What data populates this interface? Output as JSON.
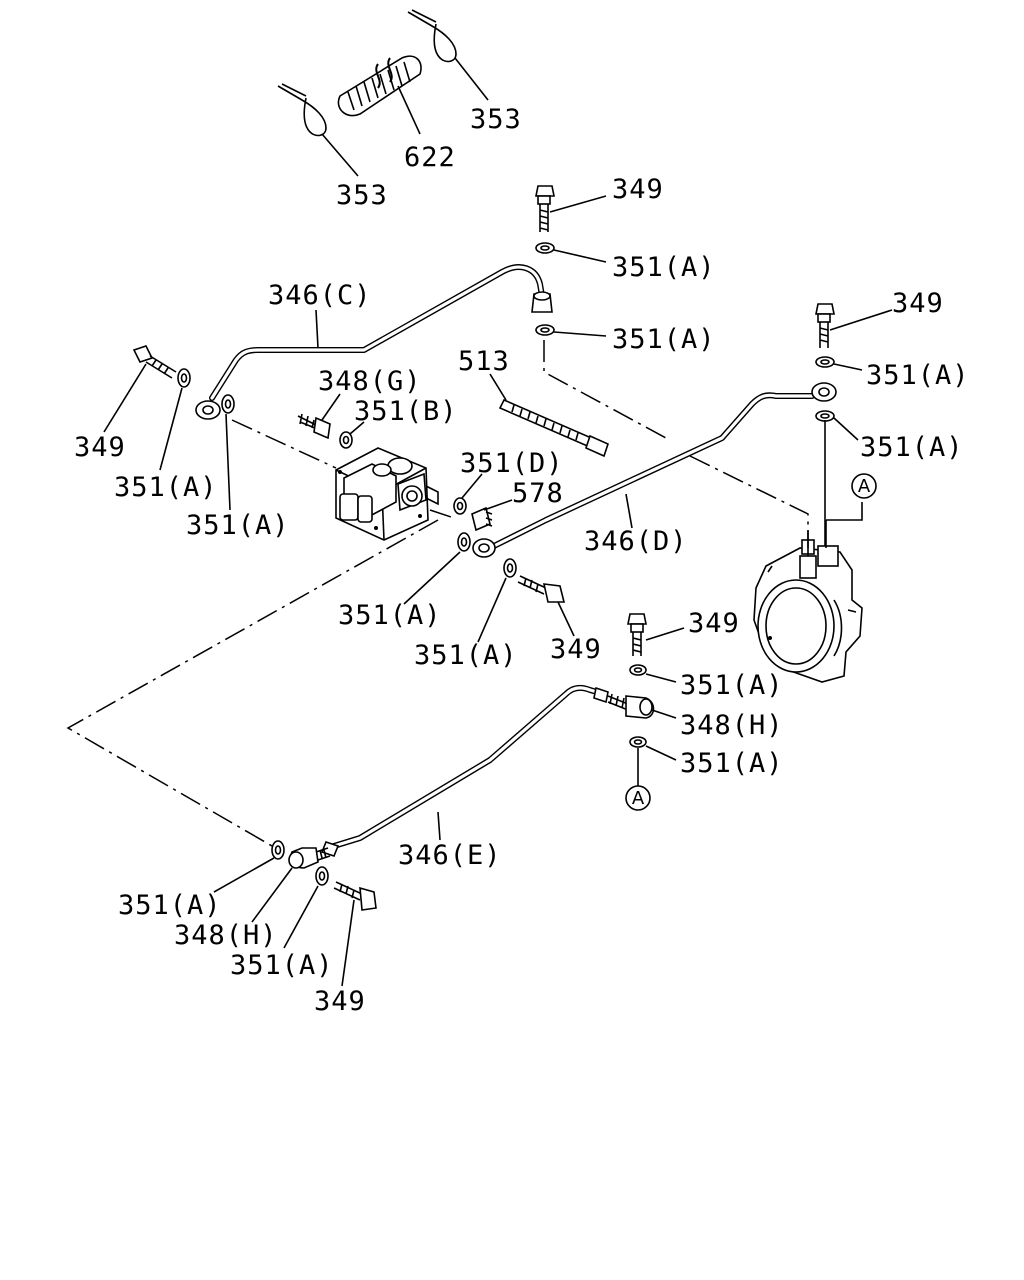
{
  "labels": {
    "l353a": "353",
    "l622": "622",
    "l353b": "353",
    "l349a": "349",
    "l351a1": "351(A)",
    "l351a2": "351(A)",
    "l346c": "346(C)",
    "l349b": "349",
    "l351a3": "351(A)",
    "l351a4": "351(A)",
    "l513": "513",
    "l348g": "348(G)",
    "l351b": "351(B)",
    "l349c": "349",
    "l351a5": "351(A)",
    "l351a6": "351(A)",
    "l351d": "351(D)",
    "l578": "578",
    "l346d": "346(D)",
    "l351a7": "351(A)",
    "l351a8": "351(A)",
    "l349d": "349",
    "l349e": "349",
    "l351a9": "351(A)",
    "l348h1": "348(H)",
    "l351a10": "351(A)",
    "l346e": "346(E)",
    "l351a11": "351(A)",
    "l348h2": "348(H)",
    "l351a12": "351(A)",
    "l349f": "349"
  },
  "refs": {
    "circle_a_top": "A",
    "circle_a_bottom": "A"
  }
}
